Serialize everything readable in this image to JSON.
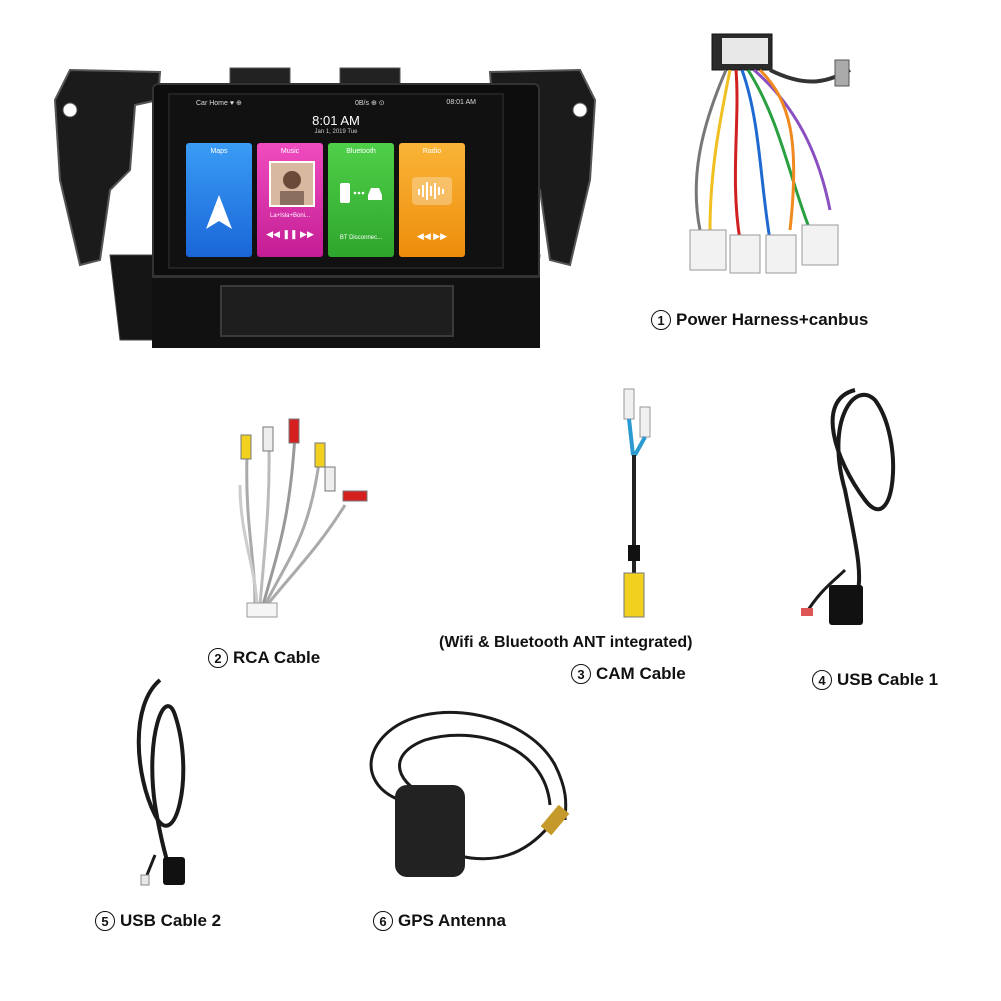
{
  "head_unit": {
    "statusbar": {
      "left": "Car Home ♥ ⊕",
      "speed": "0B/s ⊕ ⊙",
      "right": "08:01 AM"
    },
    "clock": {
      "time": "8:01 AM",
      "date": "Jan 1, 2019 Tue"
    },
    "tiles": [
      {
        "label": "Maps",
        "color": "#2f8cf0"
      },
      {
        "label": "Music",
        "color": "#e83ab0",
        "track": "La+Isla+Boni..."
      },
      {
        "label": "Bluetooth",
        "color": "#3cc23e",
        "status": "BT Disconnec..."
      },
      {
        "label": "Radio",
        "color": "#f5a31b"
      }
    ]
  },
  "captions": {
    "c1": {
      "num": "1",
      "text": "Power Harness+canbus"
    },
    "c2": {
      "num": "2",
      "text": "RCA Cable"
    },
    "c3": {
      "num": "3",
      "text": "CAM Cable"
    },
    "c4": {
      "num": "4",
      "text": "USB Cable 1"
    },
    "c5": {
      "num": "5",
      "text": "USB Cable 2"
    },
    "c6": {
      "num": "6",
      "text": "GPS Antenna"
    }
  },
  "cam_note": "(Wifi & Bluetooth ANT integrated)"
}
